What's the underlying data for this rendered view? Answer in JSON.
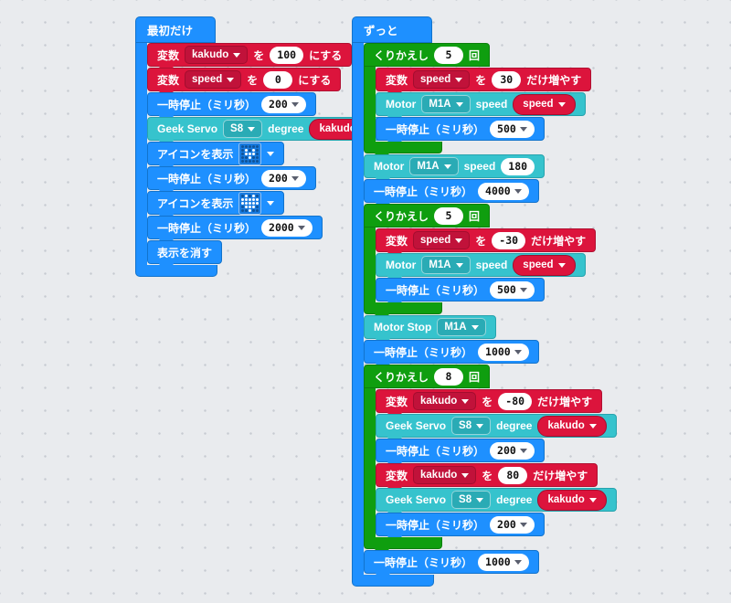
{
  "colors": {
    "basic_blue": "#1e90ff",
    "loops_green": "#0f9e0f",
    "variables_red": "#dc143c",
    "motor_teal": "#36c3cd",
    "workspace_bg": "#e9ebee"
  },
  "labels": {
    "on_start": "最初だけ",
    "forever": "ずっと",
    "var_set_prefix": "変数",
    "particle_wo": "を",
    "set_suffix": "にする",
    "change_suffix": "だけ増やす",
    "pause": "一時停止（ミリ秒）",
    "repeat": "くりかえし",
    "times": "回",
    "show_icon": "アイコンを表示",
    "clear_display": "表示を消す",
    "motor": "Motor",
    "motor_stop": "Motor Stop",
    "speed_param": "speed",
    "geek_servo": "Geek Servo",
    "degree": "degree"
  },
  "vars": {
    "kakudo": "kakudo",
    "speed": "speed"
  },
  "ports": {
    "servo": "S8",
    "motor": "M1A"
  },
  "start": {
    "set_kakudo_value": "100",
    "set_speed_value": "0",
    "pause1": "200",
    "icon1": "small-heart",
    "pause2": "200",
    "icon2": "heart",
    "pause3": "2000"
  },
  "forever": {
    "loop1": {
      "count": "5",
      "change_value": "30",
      "pause": "500"
    },
    "motor_speed_value": "180",
    "pause_motor": "4000",
    "loop2": {
      "count": "5",
      "change_value": "-30",
      "pause": "500"
    },
    "pause_stop": "1000",
    "loop3": {
      "count": "8",
      "change_neg": "-80",
      "pause_a": "200",
      "change_pos": "80",
      "pause_b": "200"
    },
    "pause_end": "1000"
  },
  "icons": {
    "small-heart": [
      [
        0,
        0,
        0,
        0,
        0
      ],
      [
        0,
        1,
        0,
        1,
        0
      ],
      [
        0,
        1,
        1,
        1,
        0
      ],
      [
        0,
        0,
        1,
        0,
        0
      ],
      [
        0,
        0,
        0,
        0,
        0
      ]
    ],
    "heart": [
      [
        0,
        1,
        0,
        1,
        0
      ],
      [
        1,
        1,
        1,
        1,
        1
      ],
      [
        1,
        1,
        1,
        1,
        1
      ],
      [
        0,
        1,
        1,
        1,
        0
      ],
      [
        0,
        0,
        1,
        0,
        0
      ]
    ]
  }
}
